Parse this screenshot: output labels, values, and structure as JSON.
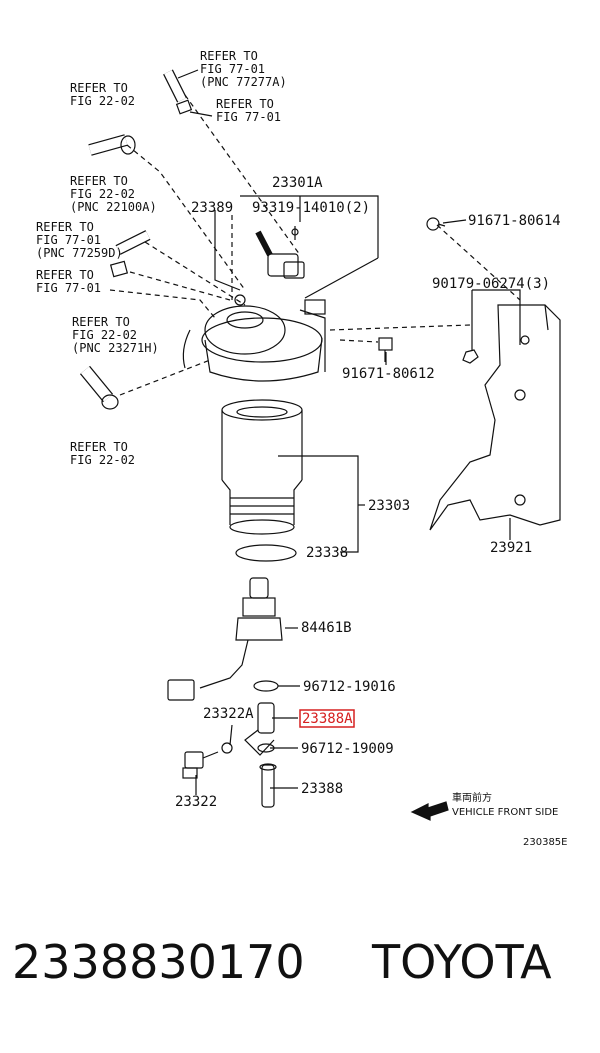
{
  "refs": [
    {
      "lines": [
        "REFER TO",
        "FIG 77-01",
        "(PNC 77277A)"
      ]
    },
    {
      "lines": [
        "REFER TO",
        "FIG 77-01"
      ]
    },
    {
      "lines": [
        "REFER TO",
        "FIG 22-02"
      ]
    },
    {
      "lines": [
        "REFER TO",
        "FIG 22-02",
        "(PNC 22100A)"
      ]
    },
    {
      "lines": [
        "REFER TO",
        "FIG 77-01",
        "(PNC 77259D)"
      ]
    },
    {
      "lines": [
        "REFER TO",
        "FIG 77-01"
      ]
    },
    {
      "lines": [
        "REFER TO",
        "FIG 22-02",
        "(PNC 23271H)"
      ]
    },
    {
      "lines": [
        "REFER TO",
        "FIG 22-02"
      ]
    }
  ],
  "parts": [
    "23301A",
    "23389",
    "93319-14010(2)",
    "91671-80614",
    "90179-06274(3)",
    "91671-80612",
    "23303",
    "23338",
    "23921",
    "84461B",
    "96712-19016",
    "23322A",
    "23388A",
    "96712-19009",
    "23322",
    "23388"
  ],
  "highlight": {
    "color": "#d62020"
  },
  "direction": {
    "jp": "車両前方",
    "en": "VEHICLE FRONT SIDE"
  },
  "figure_code": "230385E",
  "footer": {
    "part_number": "2338830170",
    "brand": "TOYOTA"
  }
}
